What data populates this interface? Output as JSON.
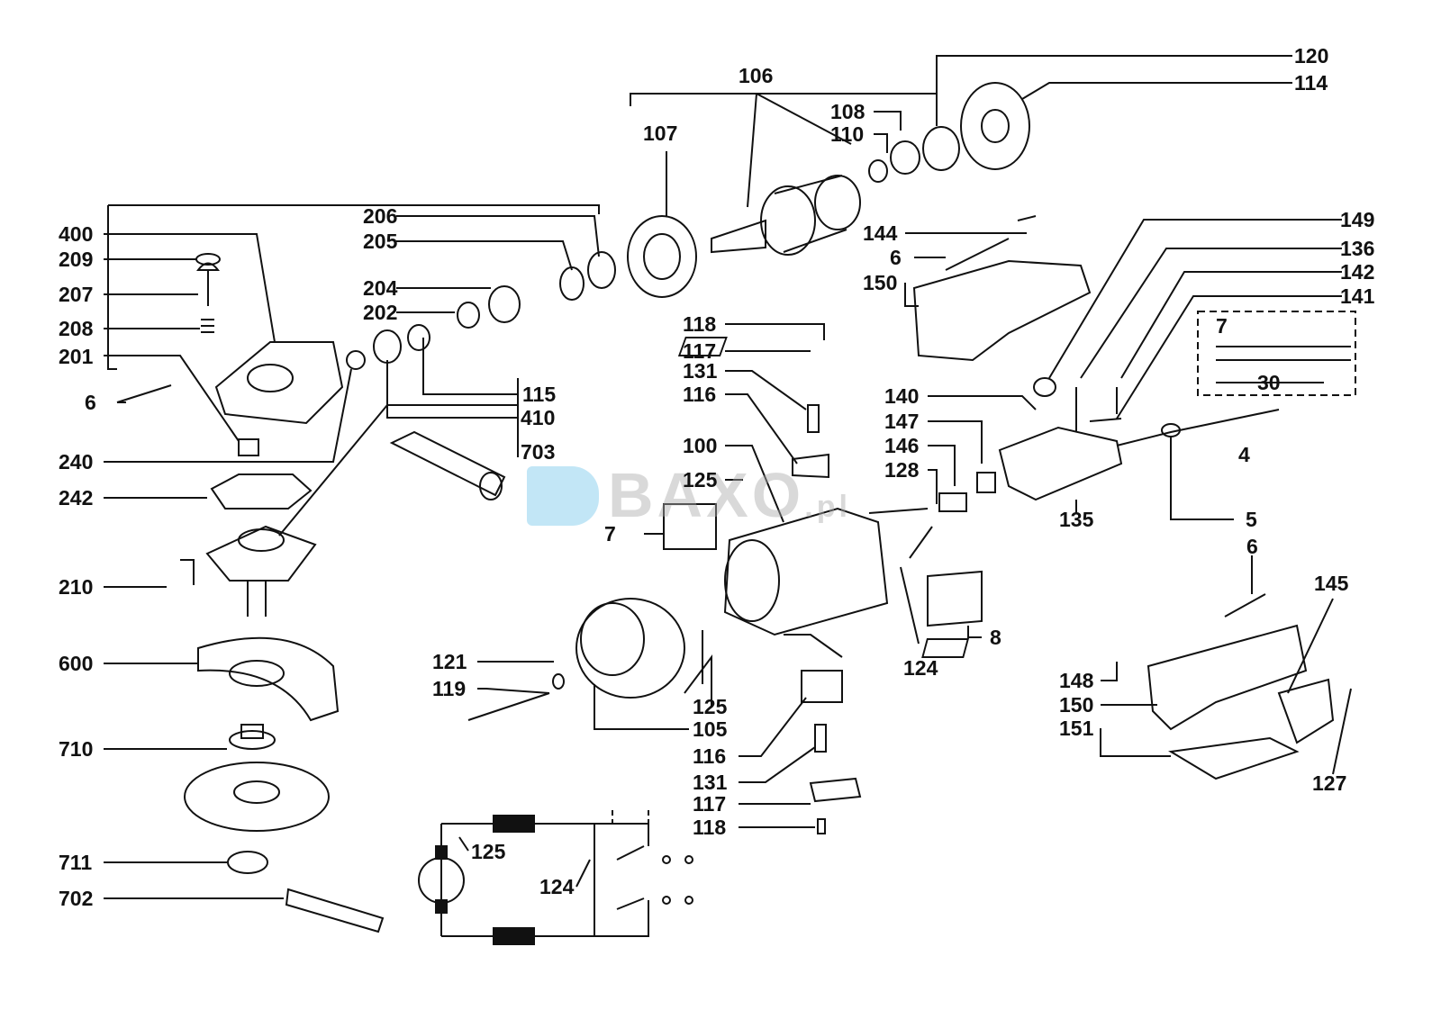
{
  "watermark": {
    "brand": "BAXO",
    "suffix": ".pl"
  },
  "labels": [
    "106",
    "120",
    "114",
    "107",
    "108",
    "110",
    "206",
    "205",
    "400",
    "209",
    "207",
    "208",
    "201",
    "6",
    "144",
    "6",
    "150",
    "149",
    "136",
    "142",
    "141",
    "204",
    "202",
    "118",
    "117",
    "131",
    "116",
    "7",
    "30",
    "115",
    "410",
    "703",
    "140",
    "147",
    "146",
    "128",
    "100",
    "125",
    "7",
    "4",
    "135",
    "5",
    "6",
    "240",
    "242",
    "210",
    "600",
    "710",
    "711",
    "702",
    "145",
    "8",
    "124",
    "121",
    "119",
    "125",
    "105",
    "116",
    "131",
    "117",
    "118",
    "148",
    "150",
    "151",
    "127",
    "125",
    "124"
  ]
}
